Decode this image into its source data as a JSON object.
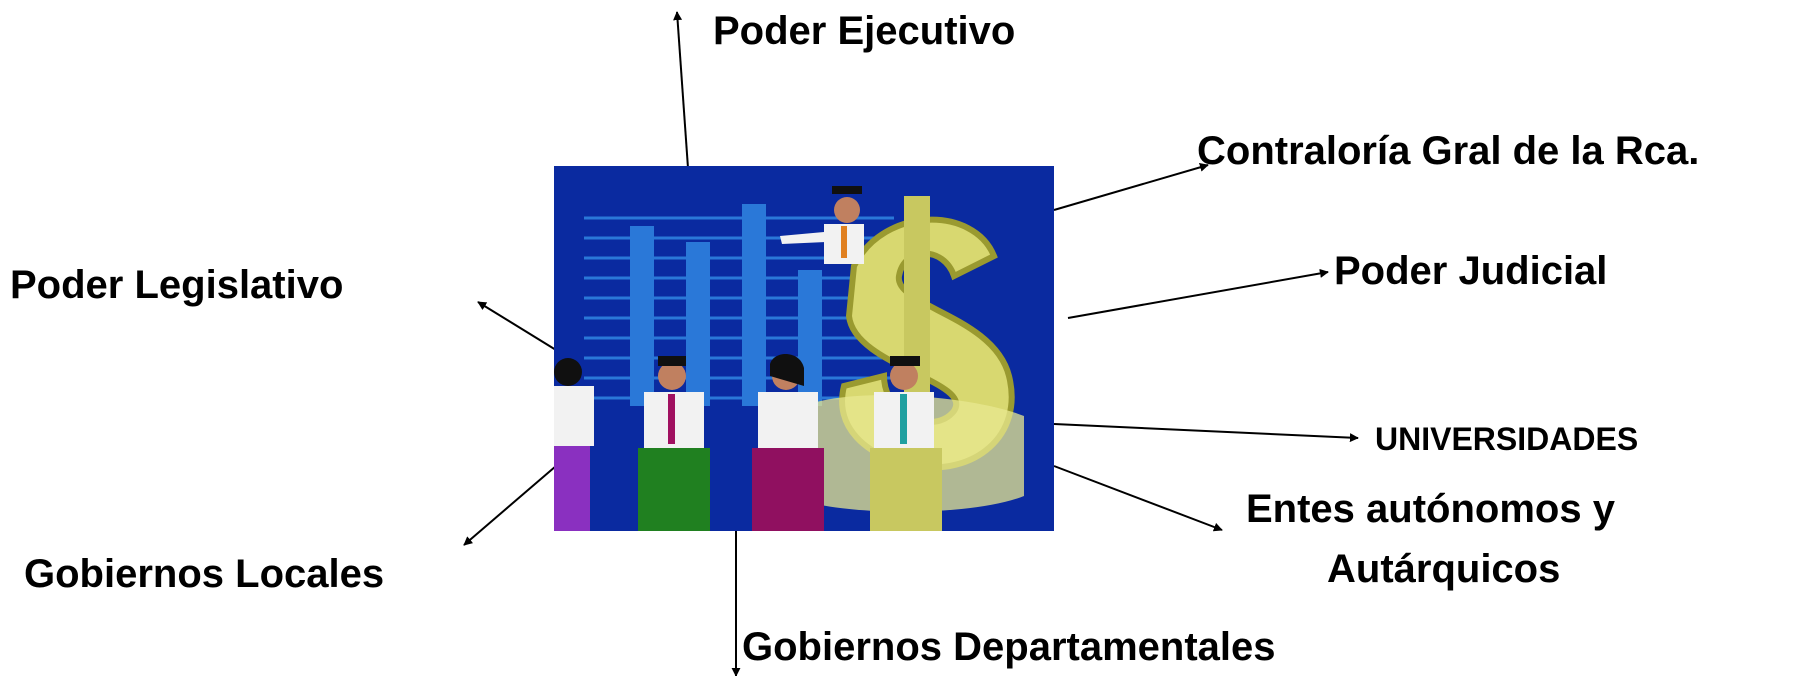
{
  "labels": {
    "poder_ejecutivo": "Poder Ejecutivo",
    "contraloria": "Contraloría Gral de la Rca.",
    "poder_legislativo": "Poder Legislativo",
    "poder_judicial": "Poder Judicial",
    "universidades": "UNIVERSIDADES",
    "entes_line1": "Entes autónomos y",
    "entes_line2": "Autárquicos",
    "gobiernos_locales": "Gobiernos Locales",
    "gobiernos_departamentales": "Gobiernos Departamentales"
  },
  "center_image": {
    "icon": "business-people-dollar-chart-clipart",
    "colors": {
      "background": "#0a2aa0",
      "bars": "#2a78d8",
      "dollar": "#d8d870",
      "dollar_shadow": "#9a9a30"
    }
  }
}
